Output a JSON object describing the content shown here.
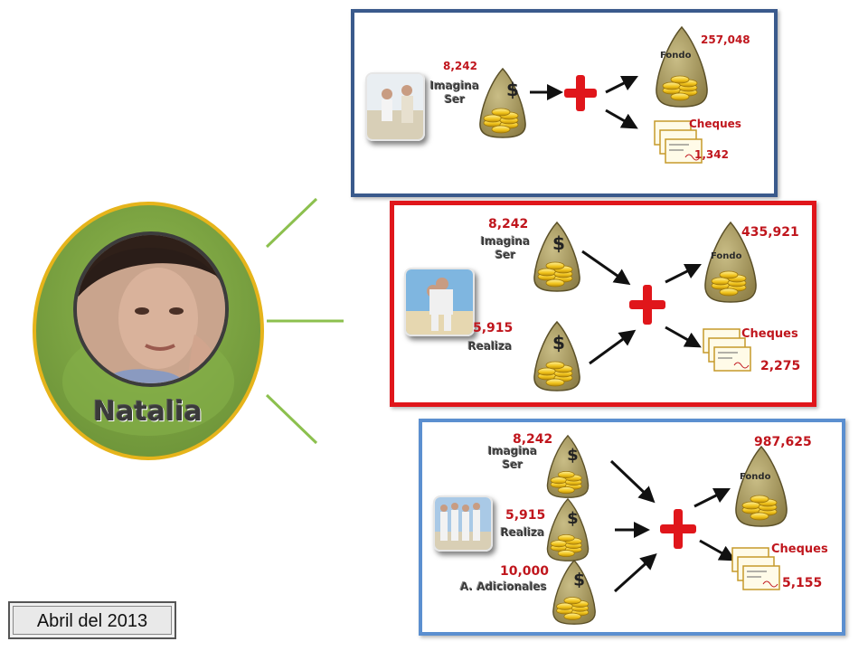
{
  "person": {
    "name": "Natalia"
  },
  "date_label": "Abril del 2013",
  "panels": [
    {
      "border_color": "#3a5a8c",
      "inputs": [
        {
          "amount": "8,242",
          "name": "Imagina Ser"
        }
      ],
      "fondo": {
        "label": "Fondo",
        "amount": "257,048"
      },
      "cheques": {
        "label": "Cheques",
        "amount": "1,342"
      }
    },
    {
      "border_color": "#e0161b",
      "inputs": [
        {
          "amount": "8,242",
          "name": "Imagina Ser"
        },
        {
          "amount": "5,915",
          "name": "Realiza"
        }
      ],
      "fondo": {
        "label": "Fondo",
        "amount": "435,921"
      },
      "cheques": {
        "label": "Cheques",
        "amount": "2,275"
      }
    },
    {
      "border_color": "#5b8fd0",
      "inputs": [
        {
          "amount": "8,242",
          "name": "Imagina Ser"
        },
        {
          "amount": "5,915",
          "name": "Realiza"
        },
        {
          "amount": "10,000",
          "name": "A. Adicionales"
        }
      ],
      "fondo": {
        "label": "Fondo",
        "amount": "987,625"
      },
      "cheques": {
        "label": "Cheques",
        "amount": "5,155"
      }
    }
  ],
  "symbols": {
    "dollar": "$",
    "plus": "+"
  },
  "colors": {
    "circle_fill": "#7da342",
    "circle_border": "#e6b41b",
    "bag": "#a99a5c",
    "accent_red": "#c0161d"
  }
}
